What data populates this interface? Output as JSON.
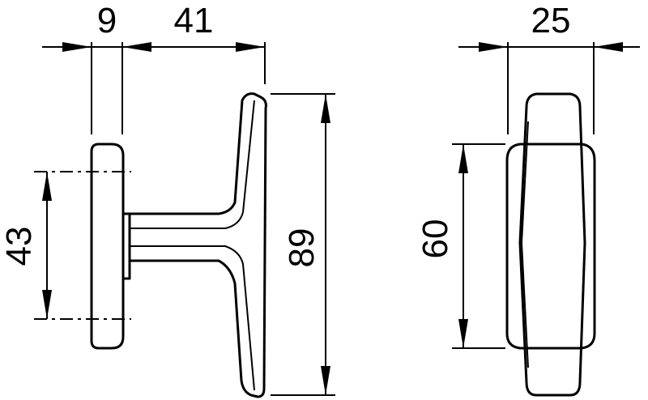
{
  "dimensions": {
    "rose_thickness": "9",
    "handle_projection": "41",
    "handle_height": "89",
    "rose_fixing_distance": "43",
    "handle_width": "25",
    "rose_height_front": "60"
  }
}
